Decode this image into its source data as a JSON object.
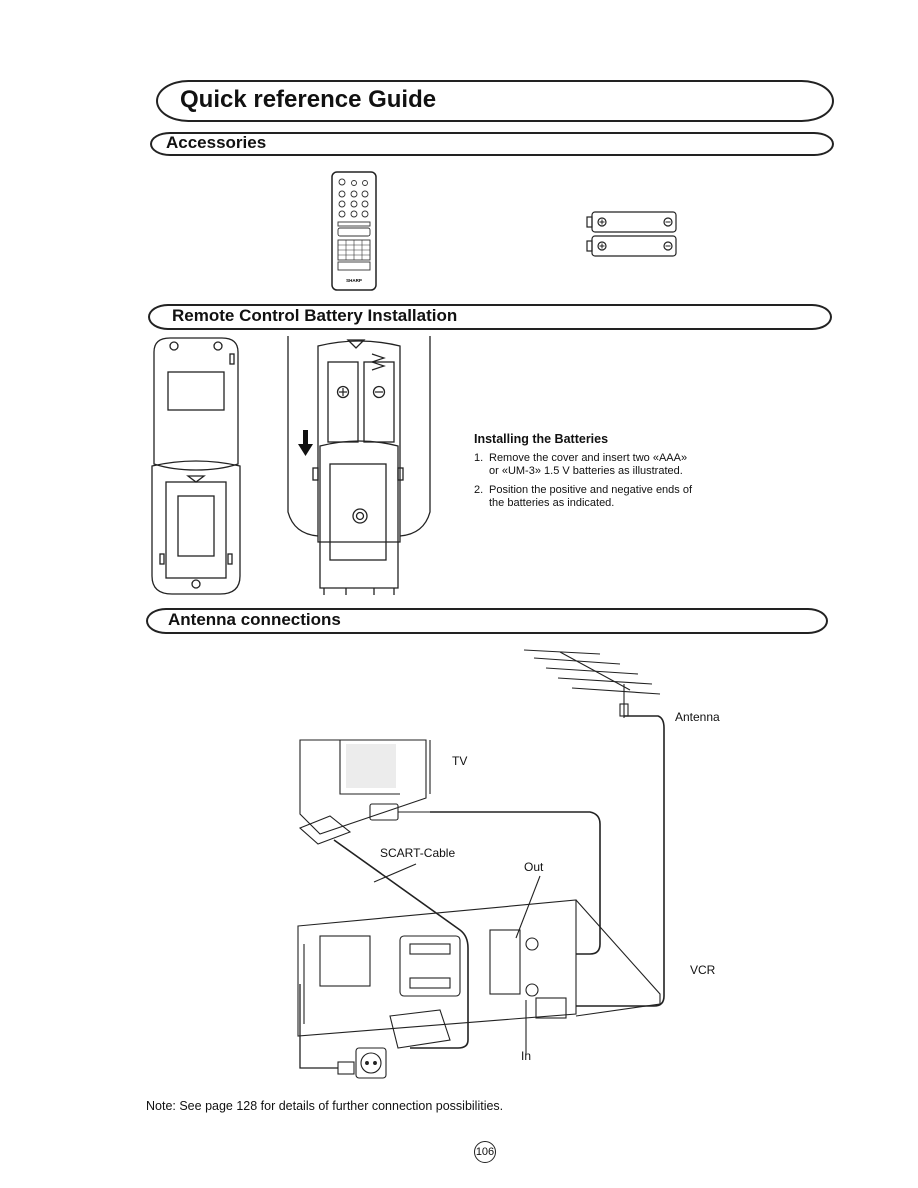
{
  "header": {
    "title": "Quick reference Guide"
  },
  "sections": {
    "accessories": {
      "title": "Accessories"
    },
    "battery_install": {
      "title": "Remote Control Battery Installation",
      "heading": "Installing the Batteries",
      "steps": [
        {
          "num": "1.",
          "text": "Remove the cover and insert two «AAA» or «UM-3» 1.5 V batteries as illustrated."
        },
        {
          "num": "2.",
          "text": "Position the positive and negative ends of the batteries as indicated."
        }
      ]
    },
    "antenna": {
      "title": "Antenna connections",
      "labels": {
        "antenna": "Antenna",
        "tv": "TV",
        "scart": "SCART-Cable",
        "out": "Out",
        "vcr": "VCR",
        "in": "In"
      }
    }
  },
  "remote_brand": "SHARP",
  "note": "Note: See page 128 for details of further connection possibilities.",
  "page_number": "106"
}
